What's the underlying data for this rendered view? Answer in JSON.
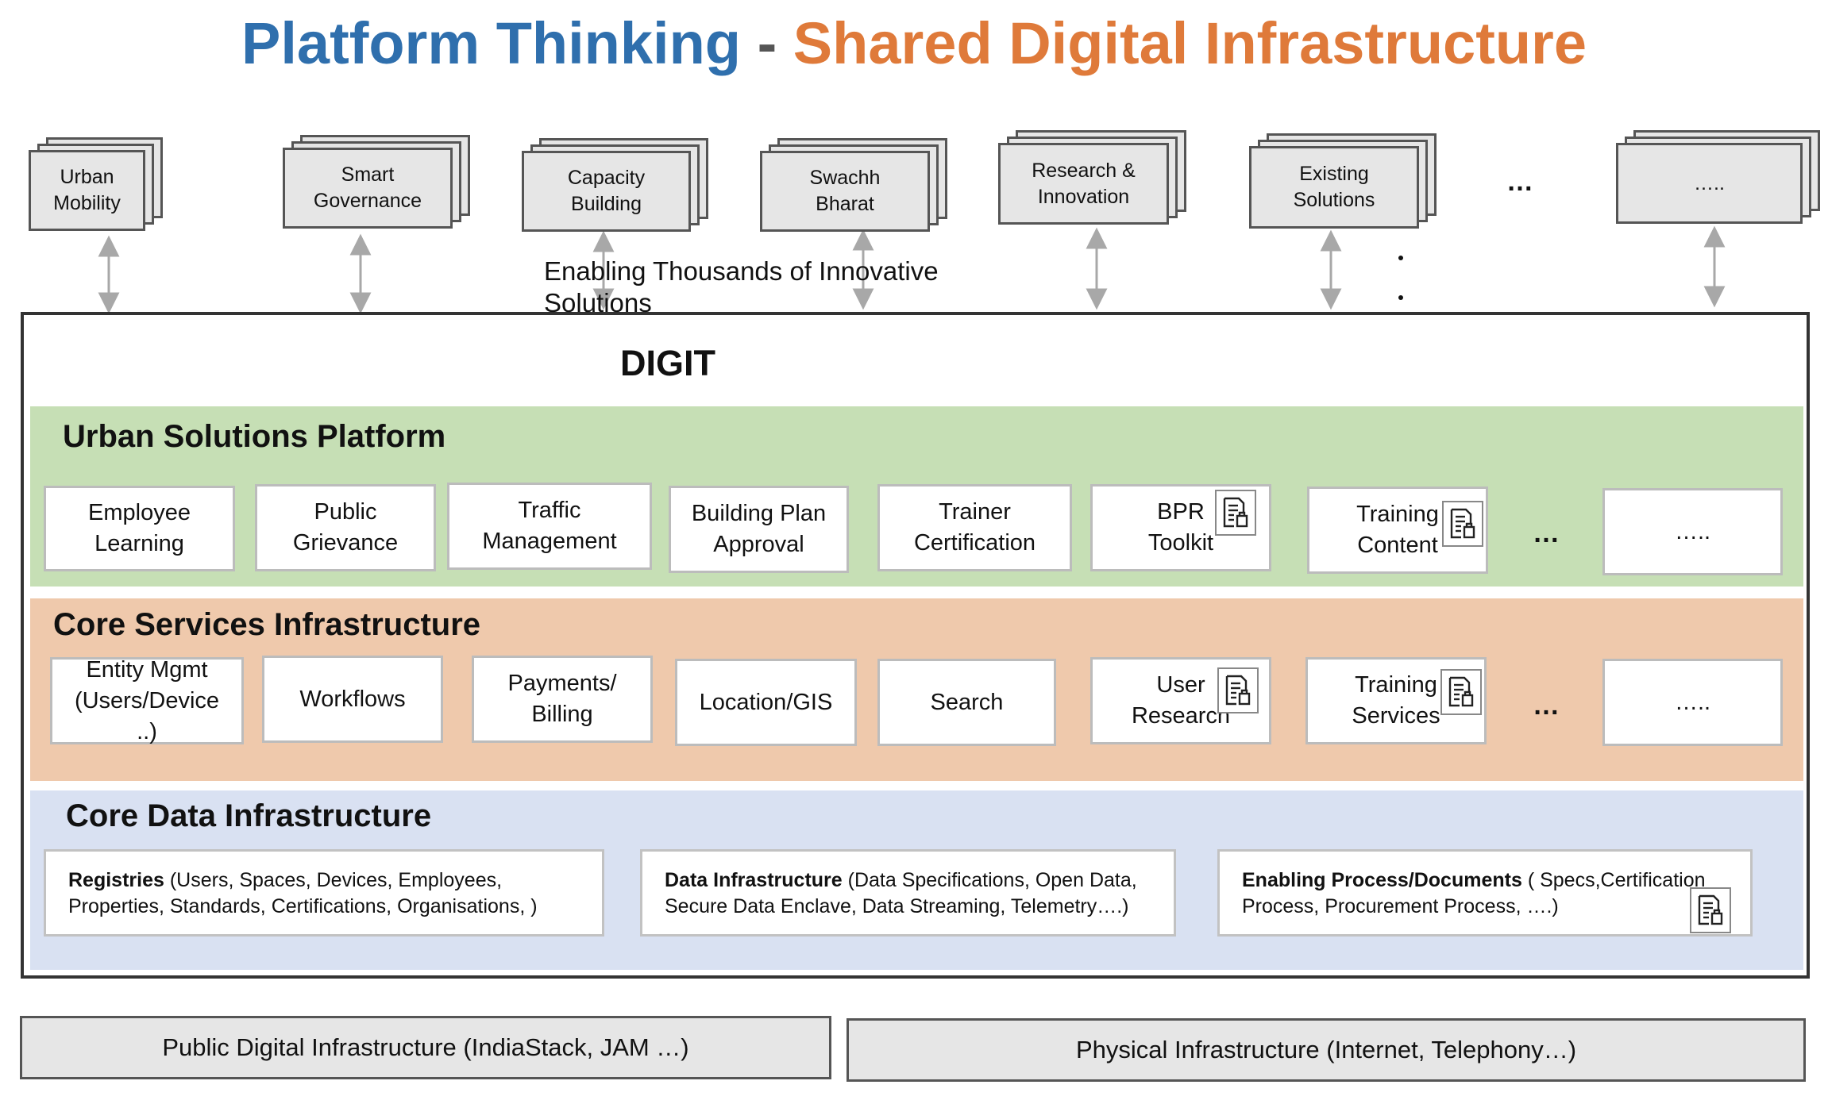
{
  "title": {
    "part1": "Platform Thinking",
    "separator": "-",
    "part2": "Shared Digital Infrastructure",
    "color_part1": "#2f6fad",
    "color_part2": "#df7a3a"
  },
  "solutions": [
    {
      "label": "Urban\nMobility"
    },
    {
      "label": "Smart\nGovernance"
    },
    {
      "label": "Capacity\nBuilding"
    },
    {
      "label": "Swachh\nBharat"
    },
    {
      "label": "Research &\nInnovation"
    },
    {
      "label": "Existing\nSolutions"
    },
    {
      "label": "….."
    }
  ],
  "solutions_ellipsis": "…",
  "caption": "Enabling Thousands of Innovative Solutions",
  "digit": {
    "title": "DIGIT",
    "urban_solutions_platform": {
      "title": "Urban Solutions Platform",
      "color": "#c6dfb5",
      "items": [
        {
          "label": "Employee\nLearning"
        },
        {
          "label": "Public\nGrievance"
        },
        {
          "label": "Traffic\nManagement"
        },
        {
          "label": "Building Plan\nApproval"
        },
        {
          "label": "Trainer\nCertification"
        },
        {
          "label": "BPR\nToolkit",
          "icon": "document-icon"
        },
        {
          "label": "Training\nContent",
          "icon": "document-icon"
        }
      ],
      "ellipsis": "…",
      "more_label": "….."
    },
    "core_services_infrastructure": {
      "title": "Core Services Infrastructure",
      "color": "#efc9ac",
      "items": [
        {
          "label": "Entity Mgmt\n(Users/Device\n..)"
        },
        {
          "label": "Workflows"
        },
        {
          "label": "Payments/\nBilling"
        },
        {
          "label": "Location/GIS"
        },
        {
          "label": "Search"
        },
        {
          "label": "User\nResearch",
          "icon": "document-icon"
        },
        {
          "label": "Training\nServices",
          "icon": "document-icon"
        }
      ],
      "ellipsis": "…",
      "more_label": "….."
    },
    "core_data_infrastructure": {
      "title": "Core Data Infrastructure",
      "color": "#d9e1f2",
      "items": [
        {
          "bold": "Registries",
          "text": " (Users, Spaces, Devices, Employees,\nProperties, Standards, Certifications, Organisations, )"
        },
        {
          "bold": "Data Infrastructure",
          "text": " (Data Specifications, Open Data,\nSecure Data Enclave, Data Streaming, Telemetry….)"
        },
        {
          "bold": "Enabling Process/Documents",
          "text": " ( Specs,Certification\nProcess, Procurement Process, ….)",
          "icon": "document-icon"
        }
      ]
    }
  },
  "foundation": [
    {
      "label": "Public Digital Infrastructure (IndiaStack, JAM …)"
    },
    {
      "label": "Physical Infrastructure (Internet, Telephony…)"
    }
  ]
}
